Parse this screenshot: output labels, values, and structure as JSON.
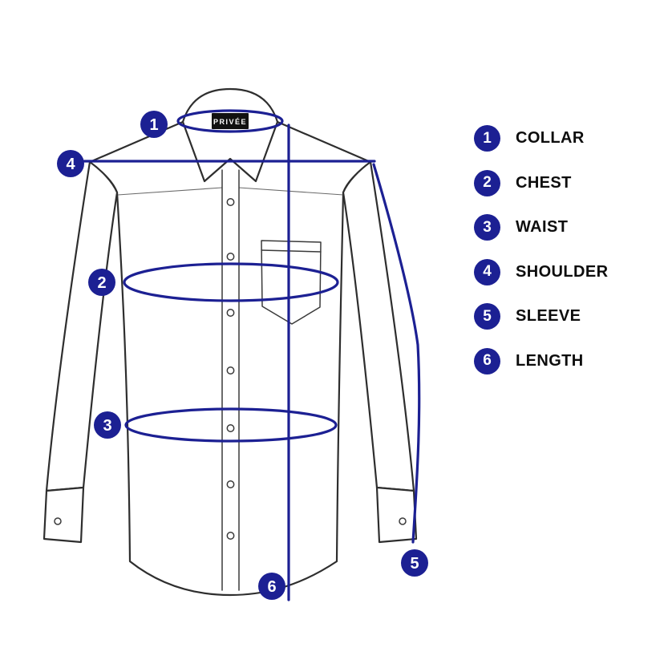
{
  "brand_label": "PRIVÉE",
  "measurements": [
    {
      "number": "1",
      "label": "COLLAR"
    },
    {
      "number": "2",
      "label": "CHEST"
    },
    {
      "number": "3",
      "label": "WAIST"
    },
    {
      "number": "4",
      "label": "SHOULDER"
    },
    {
      "number": "5",
      "label": "SLEEVE"
    },
    {
      "number": "6",
      "label": "LENGTH"
    }
  ],
  "colors": {
    "accent": "#1c2093",
    "outline": "#2e2e2e",
    "background": "#ffffff",
    "brand_tag": "#111111",
    "legend_text": "#0d0d0d"
  }
}
